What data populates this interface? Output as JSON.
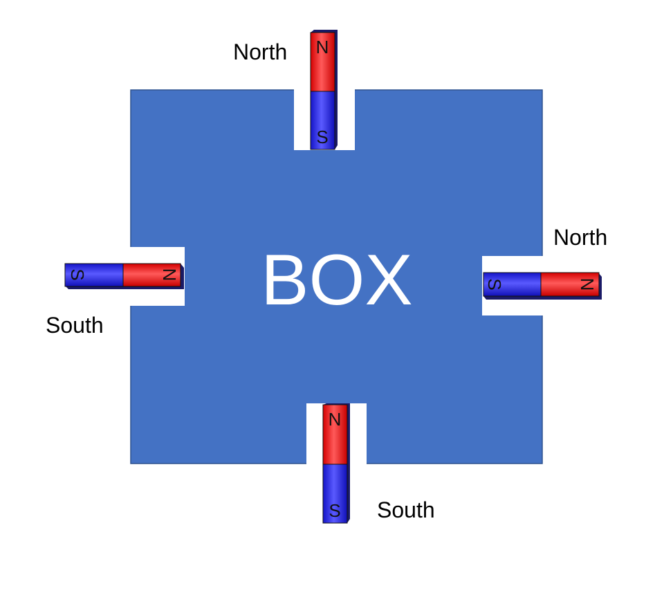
{
  "box": {
    "label": "BOX",
    "fill_color": "#4472C4",
    "border_color": "#2F528F"
  },
  "magnet_colors": {
    "north": "#FF2A2A",
    "south": "#2A2AF0"
  },
  "magnets": [
    {
      "side": "top",
      "caption": "North",
      "north_letter": "N",
      "south_letter": "S"
    },
    {
      "side": "left",
      "caption": "South",
      "north_letter": "N",
      "south_letter": "S"
    },
    {
      "side": "right",
      "caption": "North",
      "north_letter": "N",
      "south_letter": "S"
    },
    {
      "side": "bottom",
      "caption": "South",
      "north_letter": "N",
      "south_letter": "S"
    }
  ]
}
